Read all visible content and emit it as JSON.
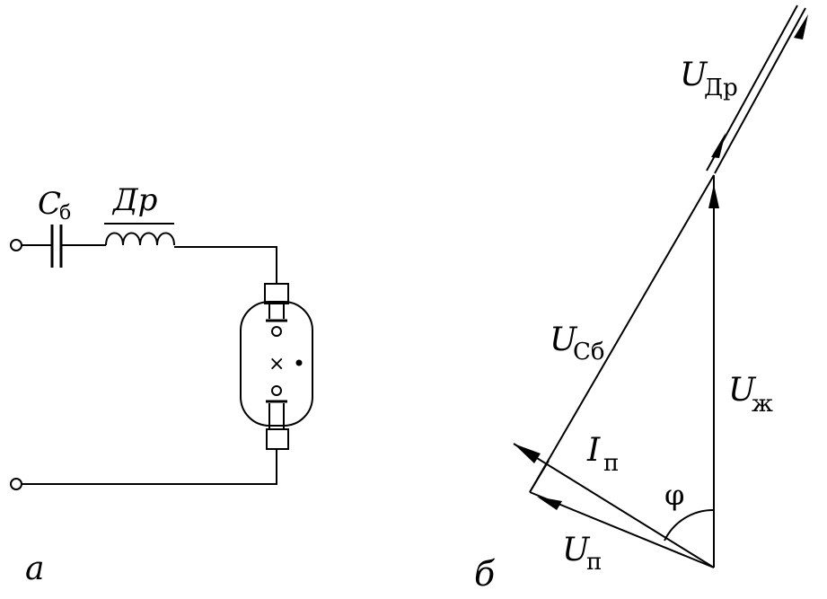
{
  "circuit": {
    "capacitor_label": "C",
    "capacitor_sub": "б",
    "choke_label": "Др",
    "panel_label": "а"
  },
  "phasor": {
    "u_choke_label": "U",
    "u_choke_sub": "Др",
    "u_cap_label": "U",
    "u_cap_sub": "Сб",
    "u_supply_label": "U",
    "u_supply_sub": "ж",
    "i_lamp_label": "I",
    "i_lamp_sub": "п",
    "u_lamp_label": "U",
    "u_lamp_sub": "п",
    "phi_label": "φ",
    "panel_label": "б"
  },
  "colors": {
    "ink": "#000000",
    "background": "#ffffff"
  }
}
